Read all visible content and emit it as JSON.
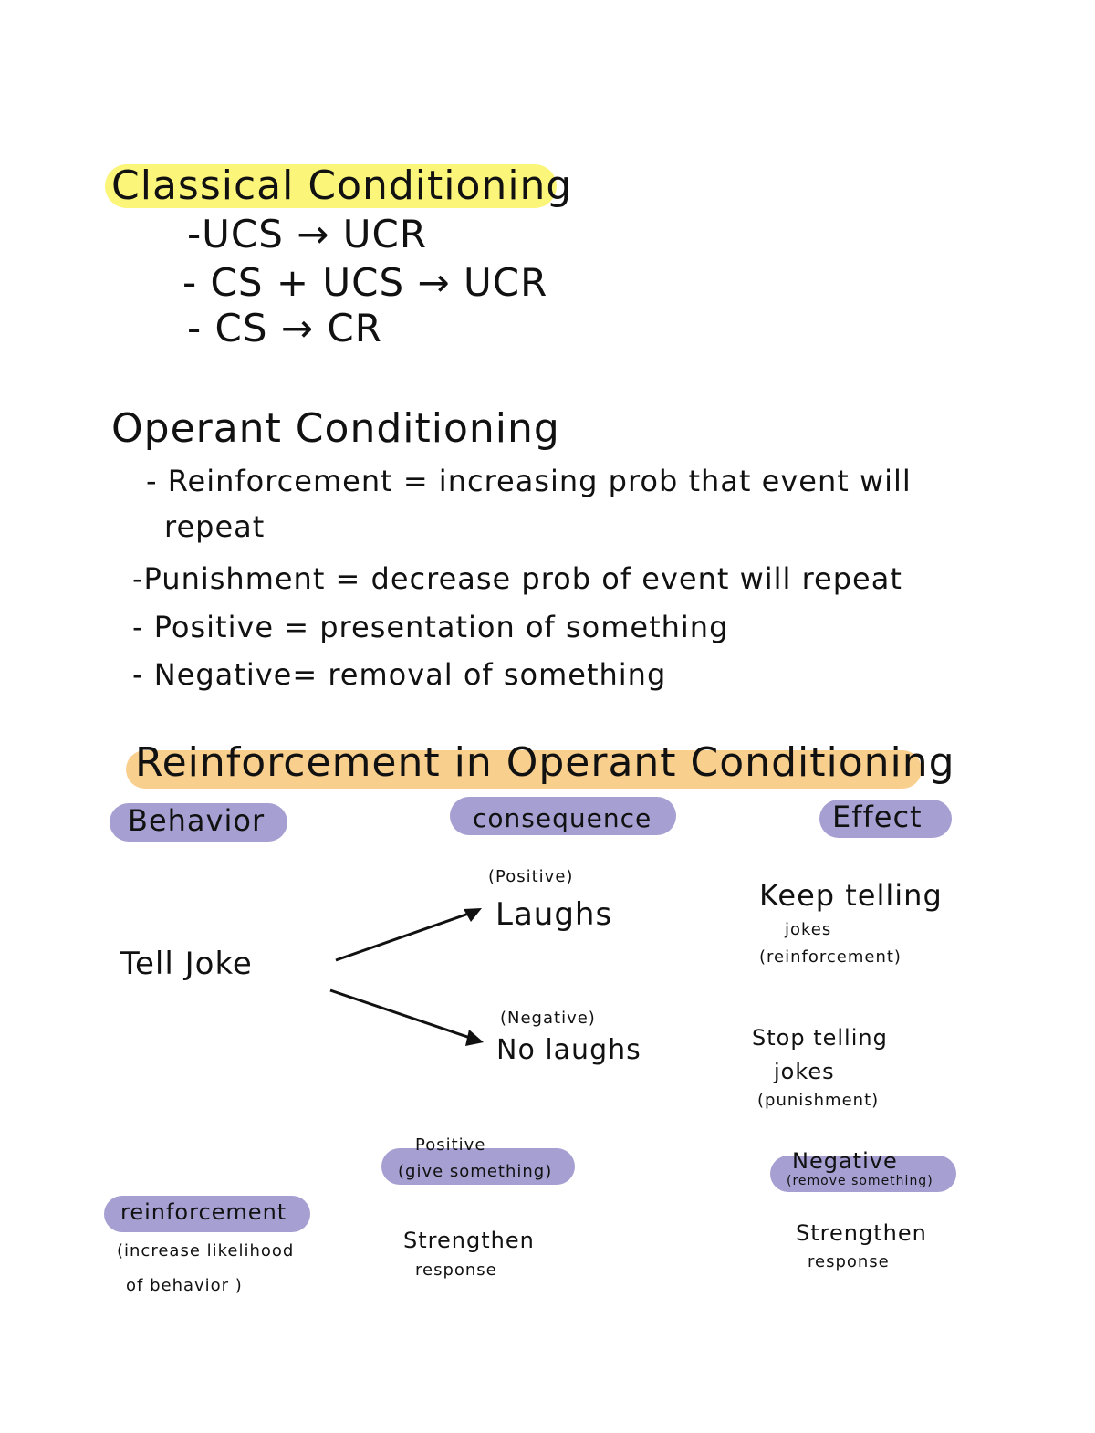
{
  "classical": {
    "title": "Classical Conditioning",
    "items": [
      "-UCS → UCR",
      "- CS + UCS → UCR",
      "- CS → CR"
    ]
  },
  "operant": {
    "title": "Operant Conditioning",
    "items": [
      "- Reinforcement = increasing prob that event will",
      "repeat",
      "-Punishment = decrease prob of event will repeat",
      "- Positive = presentation of something",
      "- Negative= removal of something"
    ]
  },
  "reinforcement_section": {
    "title": "Reinforcement in Operant Conditioning",
    "headers": {
      "behavior": "Behavior",
      "consequence": "consequence",
      "effect": "Effect"
    },
    "behavior": "Tell Joke",
    "positive_label": "(Positive)",
    "positive_consequence": "Laughs",
    "negative_label": "(Negative)",
    "negative_consequence": "No laughs",
    "effect_positive": [
      "Keep telling",
      "jokes",
      "(reinforcement)"
    ],
    "effect_negative": [
      "Stop telling",
      "jokes",
      "(punishment)"
    ]
  },
  "bottom": {
    "reinforcement_pill": "reinforcement",
    "reinforcement_note": [
      "(increase likelihood",
      "of behavior )"
    ],
    "positive_pill": [
      "Positive",
      "(give something)"
    ],
    "positive_effect": [
      "Strengthen",
      "response"
    ],
    "negative_pill": [
      "Negative",
      "(remove something)"
    ],
    "negative_effect": [
      "Strengthen",
      "response"
    ]
  },
  "colors": {
    "yellow_highlight": "#fbf57a",
    "orange_highlight": "#f8cf8c",
    "purple_pill": "#a69fd2"
  }
}
